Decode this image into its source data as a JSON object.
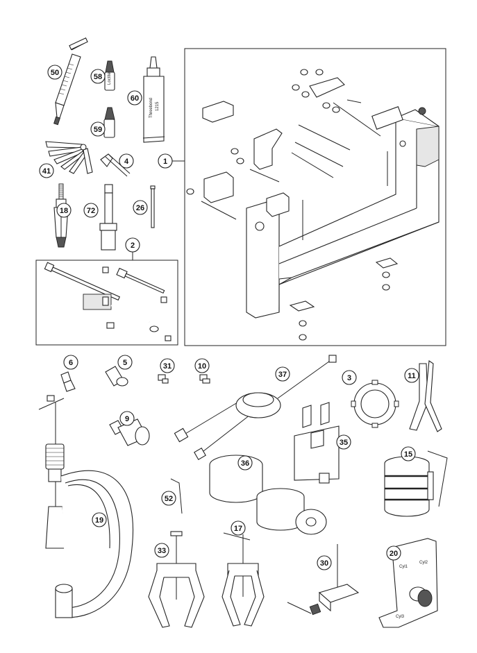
{
  "diagram": {
    "callouts": [
      "50",
      "58",
      "60",
      "59",
      "1",
      "4",
      "41",
      "18",
      "72",
      "26",
      "2",
      "6",
      "5",
      "31",
      "10",
      "37",
      "3",
      "11",
      "9",
      "35",
      "36",
      "15",
      "52",
      "19",
      "17",
      "33",
      "30",
      "20"
    ],
    "labels": {
      "tube_text": [
        "Threebond",
        "1215"
      ],
      "bottle_text": "Loctite",
      "plate_text": [
        "Cyl1",
        "Cyl2",
        "Cyl3"
      ]
    },
    "colors": {
      "line": "#222222",
      "fill": "#ffffff",
      "shade": "#555555",
      "light": "#e6e6e6"
    }
  }
}
